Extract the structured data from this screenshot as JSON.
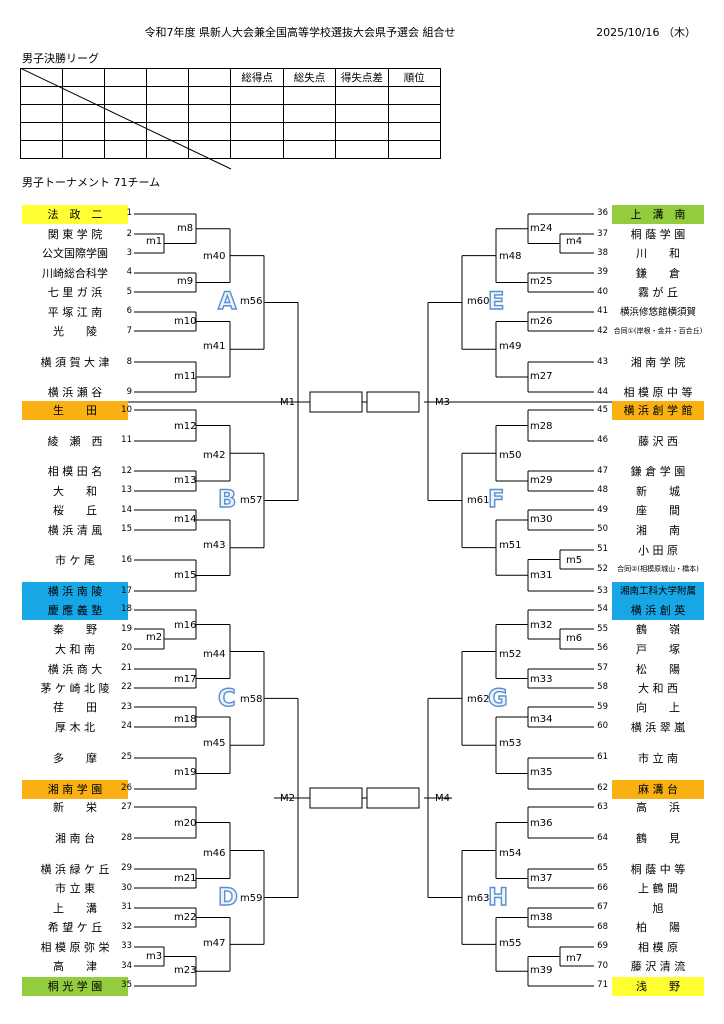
{
  "header": {
    "title": "令和7年度 県新人大会兼全国高等学校選抜大会県予選会 組合せ",
    "date": "2025/10/16 （木）"
  },
  "league": {
    "label": "男子決勝リーグ",
    "headers": [
      "総得点",
      "総失点",
      "得失点差",
      "順位"
    ]
  },
  "tournament": {
    "label": "男子トーナメント 71チーム"
  },
  "left_teams": [
    {
      "n": "1",
      "name": "法　政　二"
    },
    {
      "n": "2",
      "name": "関 東 学 院"
    },
    {
      "n": "3",
      "name": "公文国際学園"
    },
    {
      "n": "4",
      "name": "川崎総合科学"
    },
    {
      "n": "5",
      "name": "七 里 ガ 浜"
    },
    {
      "n": "6",
      "name": "平 塚 江 南"
    },
    {
      "n": "7",
      "name": "光　　陵"
    },
    {
      "n": "8",
      "name": "横 須 賀 大 津"
    },
    {
      "n": "9",
      "name": "横 浜 瀬 谷"
    },
    {
      "n": "10",
      "name": "生　　田"
    },
    {
      "n": "11",
      "name": "綾　瀬　西"
    },
    {
      "n": "12",
      "name": "相 模 田 名"
    },
    {
      "n": "13",
      "name": "大　　和"
    },
    {
      "n": "14",
      "name": "桜　　丘"
    },
    {
      "n": "15",
      "name": "横 浜 清 風"
    },
    {
      "n": "16",
      "name": "市 ケ 尾"
    },
    {
      "n": "17",
      "name": "横 浜 南 陵"
    },
    {
      "n": "18",
      "name": "慶 應 義 塾"
    },
    {
      "n": "19",
      "name": "秦　　野"
    },
    {
      "n": "20",
      "name": "大 和 南"
    },
    {
      "n": "21",
      "name": "横 浜 商 大"
    },
    {
      "n": "22",
      "name": "茅 ケ 崎 北 陵"
    },
    {
      "n": "23",
      "name": "荏　　田"
    },
    {
      "n": "24",
      "name": "厚 木 北"
    },
    {
      "n": "25",
      "name": "多　　摩"
    },
    {
      "n": "26",
      "name": "湘 南 学 園"
    },
    {
      "n": "27",
      "name": "新　　栄"
    },
    {
      "n": "28",
      "name": "湘 南 台"
    },
    {
      "n": "29",
      "name": "横 浜 緑 ケ 丘"
    },
    {
      "n": "30",
      "name": "市 立 東"
    },
    {
      "n": "31",
      "name": "上　　溝"
    },
    {
      "n": "32",
      "name": "希 望 ケ 丘"
    },
    {
      "n": "33",
      "name": "相 模 原 弥 栄"
    },
    {
      "n": "34",
      "name": "高　　津"
    },
    {
      "n": "35",
      "name": "桐 光 学 園"
    }
  ],
  "right_teams": [
    {
      "n": "36",
      "name": "上　溝　南"
    },
    {
      "n": "37",
      "name": "桐 蔭 学 園"
    },
    {
      "n": "38",
      "name": "川　　和"
    },
    {
      "n": "39",
      "name": "鎌　　倉"
    },
    {
      "n": "40",
      "name": "霧 が 丘"
    },
    {
      "n": "41",
      "name": "横浜修悠館横須賀"
    },
    {
      "n": "42",
      "name": "合同①(岸根・金井・百合丘)"
    },
    {
      "n": "43",
      "name": "湘 南 学 院"
    },
    {
      "n": "44",
      "name": "相 模 原 中 等"
    },
    {
      "n": "45",
      "name": "横 浜 創 学 館"
    },
    {
      "n": "46",
      "name": "藤 沢 西"
    },
    {
      "n": "47",
      "name": "鎌 倉 学 園"
    },
    {
      "n": "48",
      "name": "新　　城"
    },
    {
      "n": "49",
      "name": "座　　間"
    },
    {
      "n": "50",
      "name": "湘　　南"
    },
    {
      "n": "51",
      "name": "小 田 原"
    },
    {
      "n": "52",
      "name": "合同②(相模原城山・橋本)"
    },
    {
      "n": "53",
      "name": "湘南工科大学附属"
    },
    {
      "n": "54",
      "name": "横 浜 創 英"
    },
    {
      "n": "55",
      "name": "鶴　　嶺"
    },
    {
      "n": "56",
      "name": "戸　　塚"
    },
    {
      "n": "57",
      "name": "松　　陽"
    },
    {
      "n": "58",
      "name": "大 和 西"
    },
    {
      "n": "59",
      "name": "向　　上"
    },
    {
      "n": "60",
      "name": "横 浜 翠 嵐"
    },
    {
      "n": "61",
      "name": "市 立 南"
    },
    {
      "n": "62",
      "name": "麻 溝 台"
    },
    {
      "n": "63",
      "name": "高　　浜"
    },
    {
      "n": "64",
      "name": "鶴　　見"
    },
    {
      "n": "65",
      "name": "桐 蔭 中 等"
    },
    {
      "n": "66",
      "name": "上 鶴 間"
    },
    {
      "n": "67",
      "name": "旭"
    },
    {
      "n": "68",
      "name": "柏　　陽"
    },
    {
      "n": "69",
      "name": "相 模 原"
    },
    {
      "n": "70",
      "name": "藤 沢 清 流"
    },
    {
      "n": "71",
      "name": "浅　　野"
    }
  ],
  "colors": {
    "yellow": "#ffff33",
    "orange": "#f8b012",
    "blue": "#18a7e6",
    "green": "#93cd3e",
    "block_letter": "#5b8fcf"
  },
  "matches": {
    "m1": "m1",
    "m2": "m2",
    "m3": "m3",
    "m4": "m4",
    "m5": "m5",
    "m6": "m6",
    "m7": "m7",
    "m8": "m8",
    "m9": "m9",
    "m10": "m10",
    "m11": "m11",
    "m12": "m12",
    "m13": "m13",
    "m14": "m14",
    "m15": "m15",
    "m16": "m16",
    "m17": "m17",
    "m18": "m18",
    "m19": "m19",
    "m20": "m20",
    "m21": "m21",
    "m22": "m22",
    "m23": "m23",
    "m24": "m24",
    "m25": "m25",
    "m26": "m26",
    "m27": "m27",
    "m28": "m28",
    "m29": "m29",
    "m30": "m30",
    "m31": "m31",
    "m32": "m32",
    "m33": "m33",
    "m34": "m34",
    "m35": "m35",
    "m36": "m36",
    "m37": "m37",
    "m38": "m38",
    "m39": "m39",
    "m40": "m40",
    "m41": "m41",
    "m42": "m42",
    "m43": "m43",
    "m44": "m44",
    "m45": "m45",
    "m46": "m46",
    "m47": "m47",
    "m48": "m48",
    "m49": "m49",
    "m50": "m50",
    "m51": "m51",
    "m52": "m52",
    "m53": "m53",
    "m54": "m54",
    "m55": "m55",
    "m56": "m56",
    "m57": "m57",
    "m58": "m58",
    "m59": "m59",
    "m60": "m60",
    "m61": "m61",
    "m62": "m62",
    "m63": "m63",
    "M1": "M1",
    "M2": "M2",
    "M3": "M3",
    "M4": "M4"
  },
  "blocks": {
    "A": "A",
    "B": "B",
    "C": "C",
    "D": "D",
    "E": "E",
    "F": "F",
    "G": "G",
    "H": "H"
  }
}
